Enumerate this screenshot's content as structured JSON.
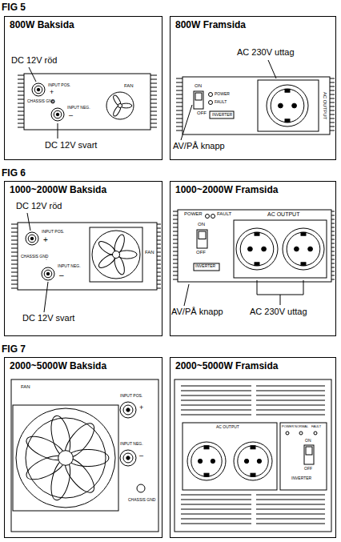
{
  "diagram": {
    "nodes": [
      {
        "text": [
          "800W Baksida"
        ]
      },
      {
        "text": [
          "800W Framsida"
        ]
      },
      {
        "text": [
          "1000~2000W Baksida"
        ]
      },
      {
        "text": [
          "1000~2000W Framsida"
        ]
      },
      {
        "text": [
          "2000~5000W Baksida"
        ]
      },
      {
        "text": [
          "2000~5000W Framsida"
        ]
      }
    ],
    "labels": [
      "FIG 5",
      "DC 12V röd",
      "INPUT POS.",
      "+",
      "CHASSIS GND",
      "INPUT NEG.",
      "–",
      "FAN",
      "DC 12V svart",
      "AC 230V uttag",
      "ON",
      "OFF",
      "POWER",
      "FAULT",
      "INVERTER",
      "AC OUTPUT",
      "AV/PÅ knapp",
      "FIG 6",
      "DC 12V röd",
      "INPUT POS.",
      "+",
      "CHASSIS GND",
      "INPUT NEG.",
      "–",
      "FAN",
      "DC 12V svart",
      "POWER",
      "FAULT",
      "ON",
      "OFF",
      "INVERTER",
      "AC OUTPUT",
      "AV/PÅ knapp",
      "AC 230V uttag",
      "FIG 7",
      "FAN",
      "INPUT POS.",
      "+",
      "INPUT NEG.",
      "–",
      "CHASSIS GND",
      "AC OUTPUT",
      "POWER",
      "NORMAL",
      "FAULT",
      "ON",
      "OFF",
      "INVERTER"
    ]
  }
}
